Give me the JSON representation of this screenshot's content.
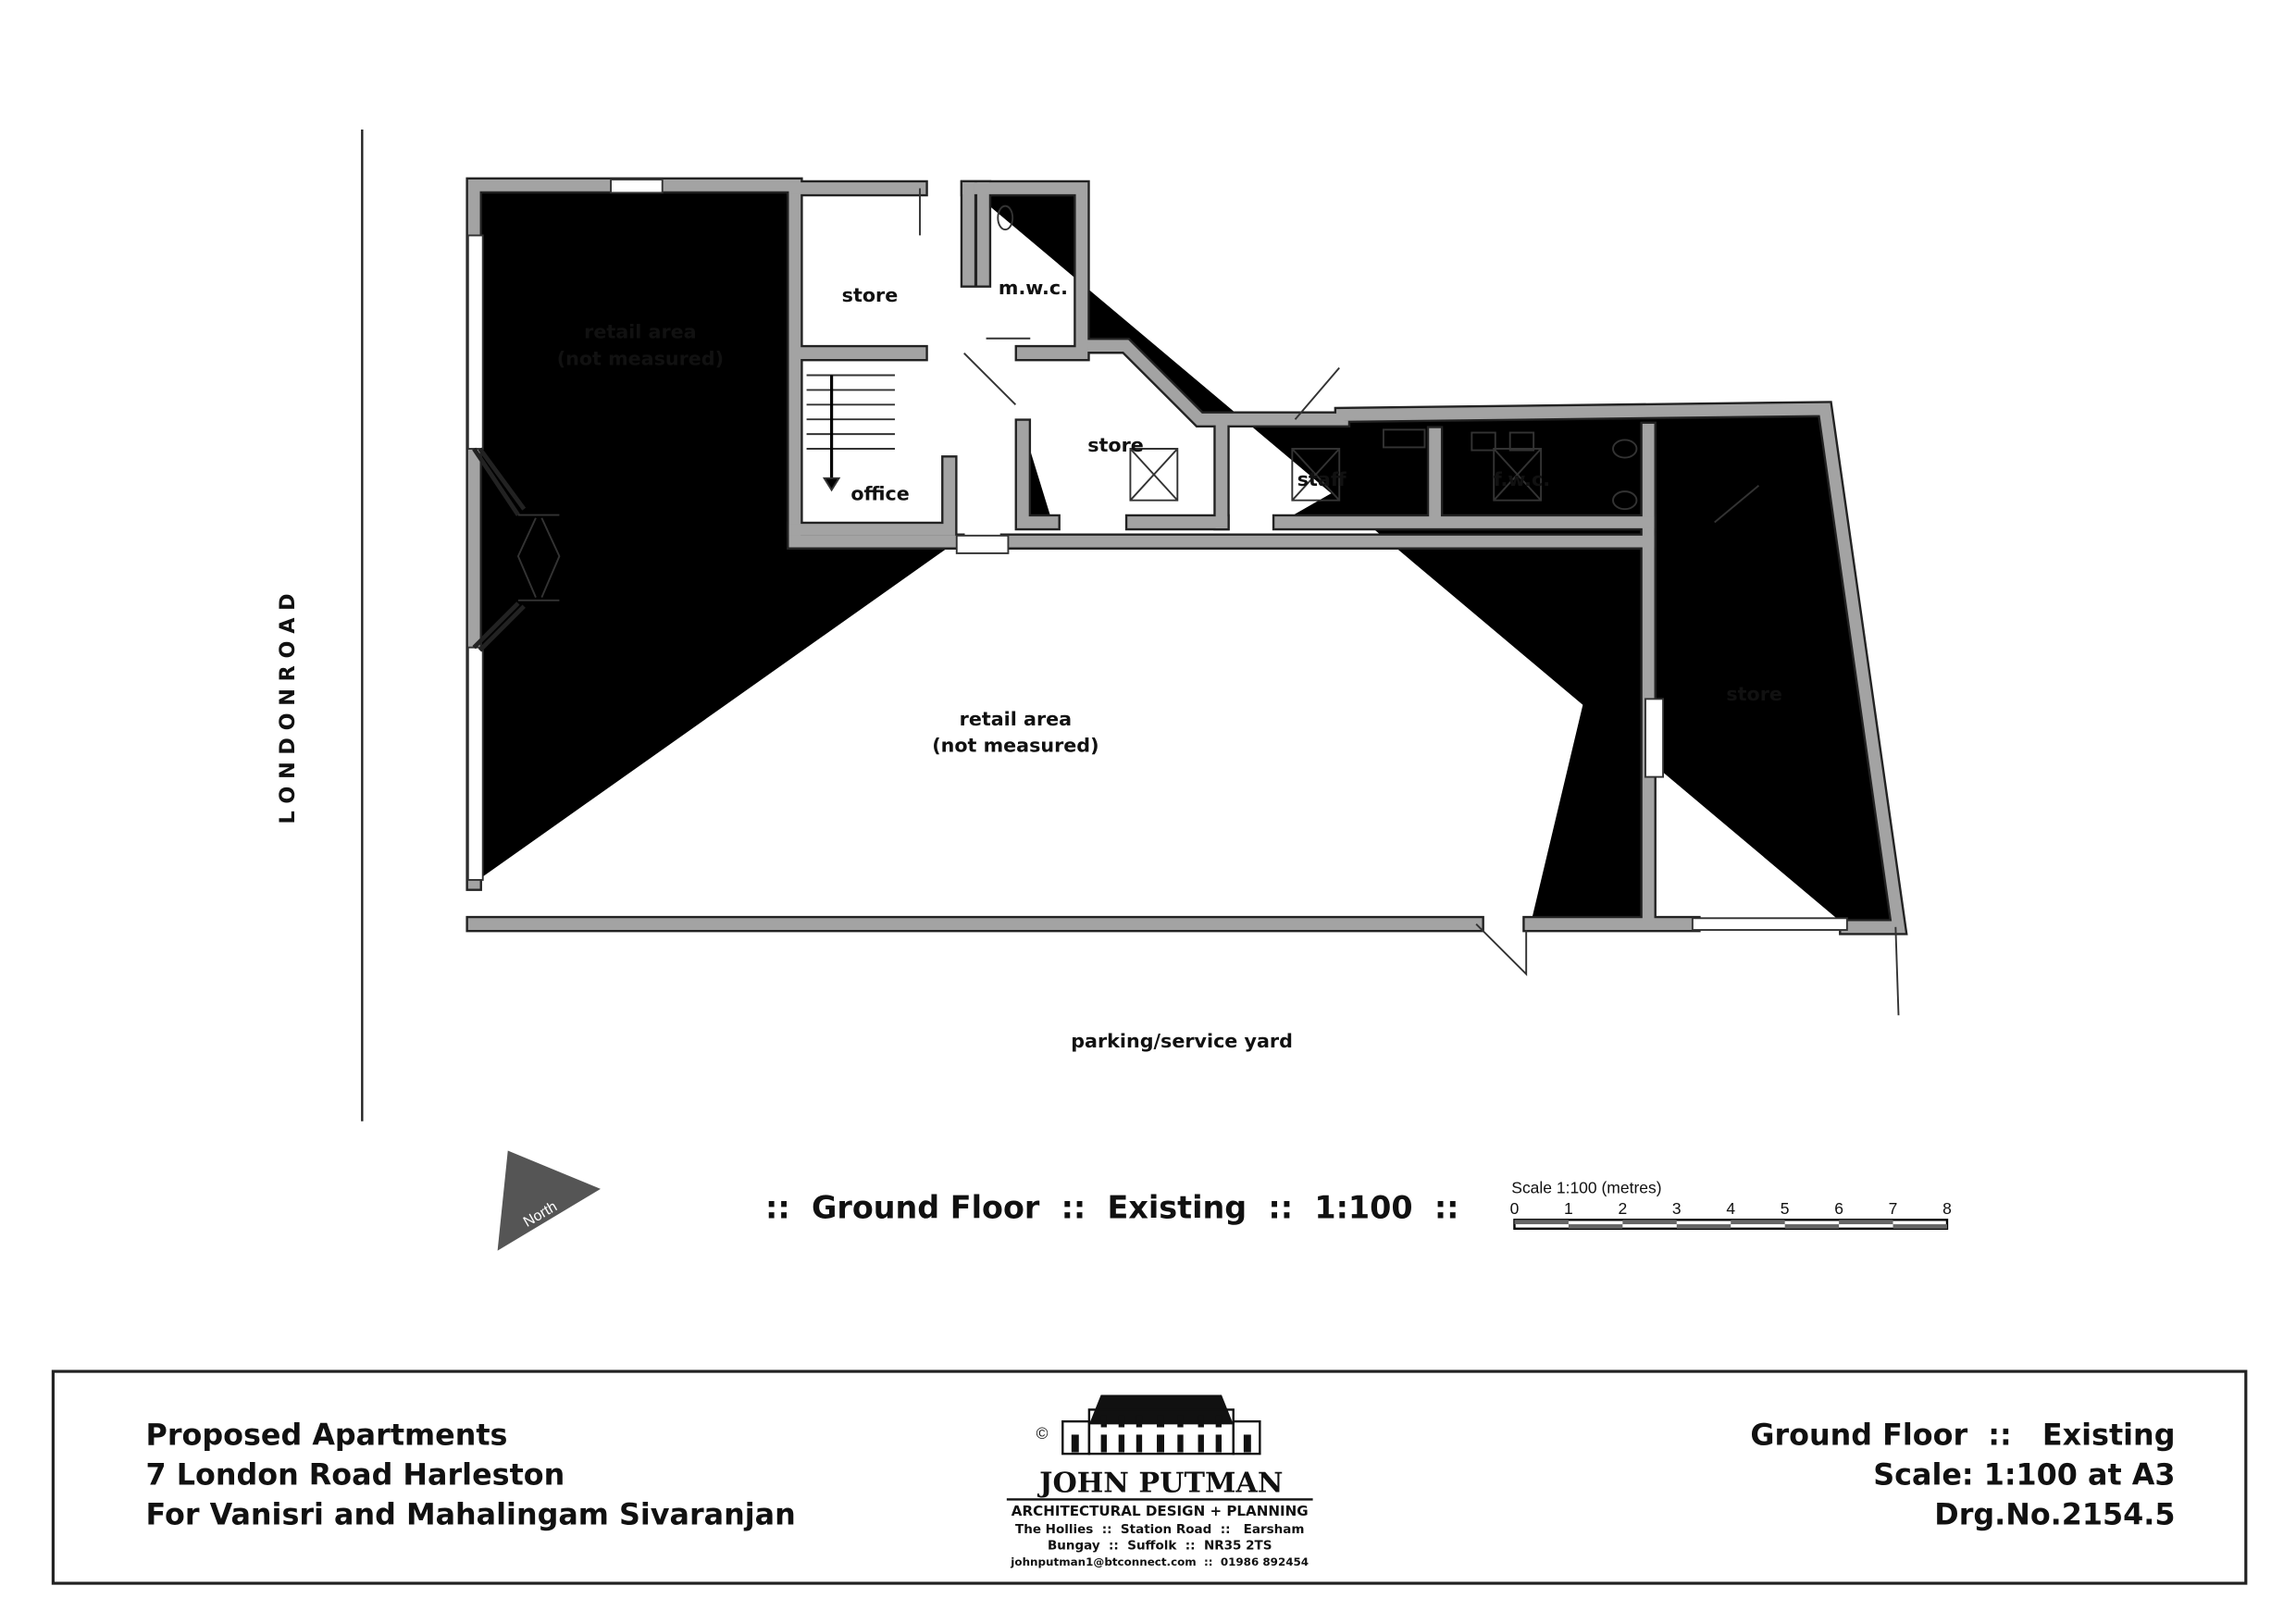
{
  "street": "L O N D O N   R O A D",
  "rooms": {
    "retail_top": [
      "retail area",
      "(not measured)"
    ],
    "retail_main": [
      "retail area",
      "(not measured)"
    ],
    "store_1": "store",
    "mwc": "m.w.c.",
    "office": "office",
    "store_2": "store",
    "staff": "staff",
    "fwc": "f.w.c.",
    "store_3": "store",
    "yard": "parking/service yard"
  },
  "north_label": "North",
  "drawing_title": "::  Ground Floor  ::  Existing  ::  1:100  ::",
  "scale_bar": {
    "title": "Scale 1:100 (metres)",
    "ticks": [
      "0",
      "1",
      "2",
      "3",
      "4",
      "5",
      "6",
      "7",
      "8"
    ]
  },
  "title_block": {
    "left": [
      "Proposed Apartments",
      "7 London Road Harleston",
      "For Vanisri and Mahalingam Sivaranjan"
    ],
    "right": [
      "Ground Floor  ::   Existing",
      "Scale: 1:100 at A3",
      "Drg.No.2154.5"
    ],
    "logo": {
      "copyright": "©",
      "name": "JOHN PUTMAN",
      "tagline": "ARCHITECTURAL DESIGN + PLANNING",
      "address1": "The Hollies  ::  Station Road  ::   Earsham",
      "address2": "Bungay  ::  Suffolk  ::  NR35 2TS",
      "contact": "johnputman1@btconnect.com  ::  01986 892454"
    }
  }
}
